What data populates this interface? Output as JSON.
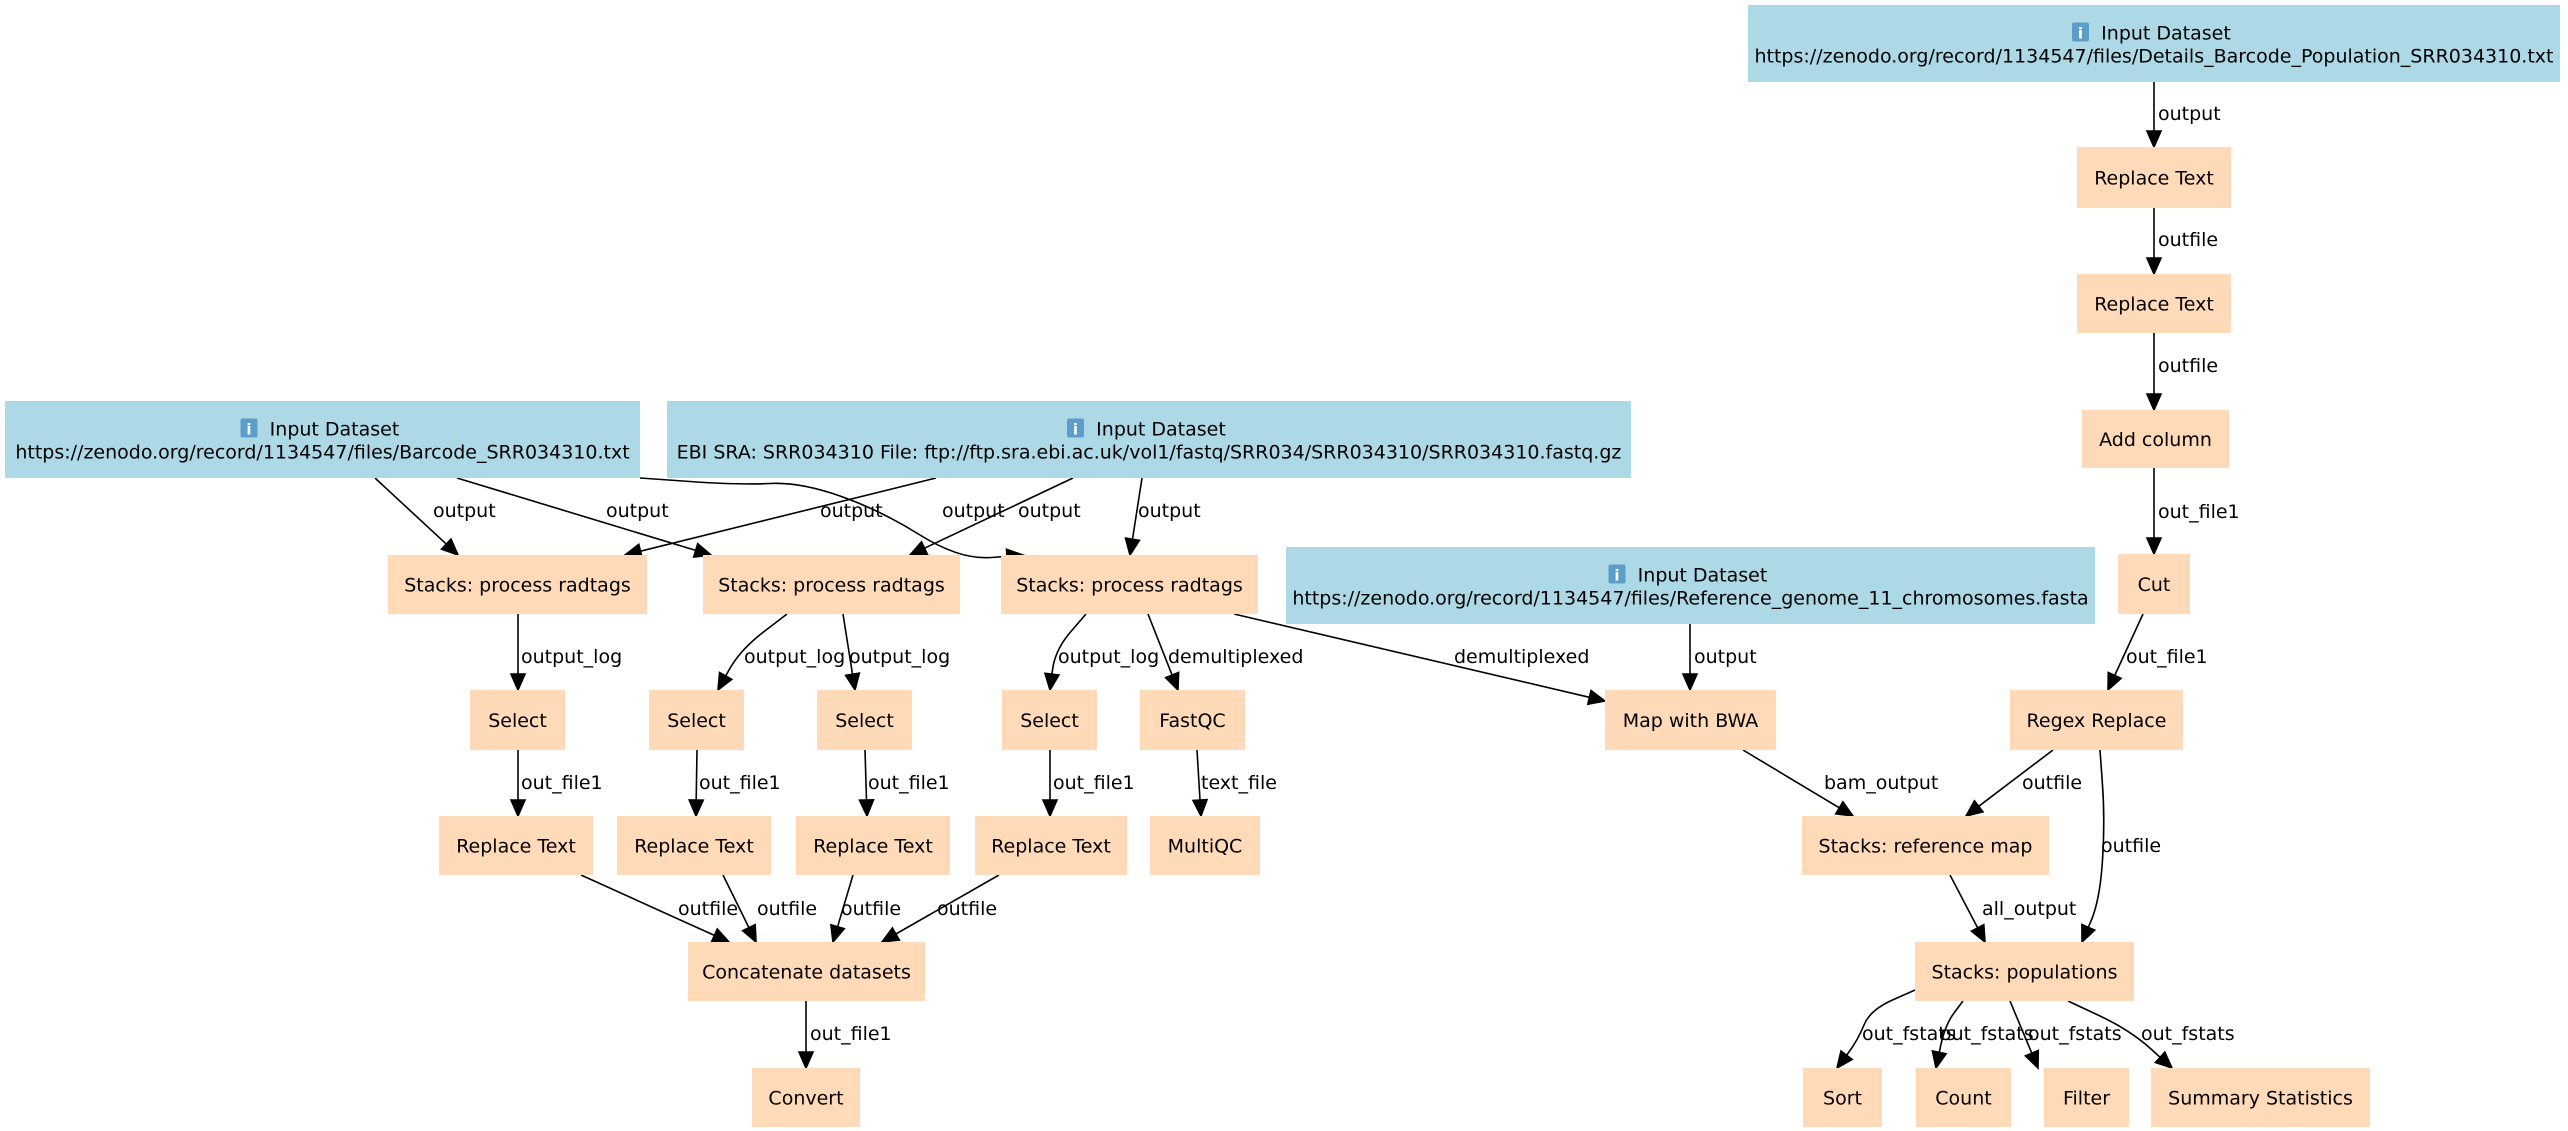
{
  "title": "Galaxy workflow diagram",
  "colors": {
    "input": "#add8e6",
    "tool": "#ffdab9",
    "edge": "#000000"
  },
  "icons": {
    "input_marker": "info-icon"
  },
  "nodes": [
    {
      "id": "in_details",
      "type": "input",
      "title": "Input Dataset",
      "label": "https://zenodo.org/record/1134547/files/Details_Barcode_Population_SRR034310.txt"
    },
    {
      "id": "rt_a",
      "type": "tool",
      "label": "Replace Text"
    },
    {
      "id": "rt_b",
      "type": "tool",
      "label": "Replace Text"
    },
    {
      "id": "addcol",
      "type": "tool",
      "label": "Add column"
    },
    {
      "id": "cut",
      "type": "tool",
      "label": "Cut"
    },
    {
      "id": "regex",
      "type": "tool",
      "label": "Regex Replace"
    },
    {
      "id": "in_barcode",
      "type": "input",
      "title": "Input Dataset",
      "label": "https://zenodo.org/record/1134547/files/Barcode_SRR034310.txt"
    },
    {
      "id": "in_ebi",
      "type": "input",
      "title": "Input Dataset",
      "label": "EBI SRA: SRR034310 File: ftp://ftp.sra.ebi.ac.uk/vol1/fastq/SRR034/SRR034310/SRR034310.fastq.gz"
    },
    {
      "id": "in_ref",
      "type": "input",
      "title": "Input Dataset",
      "label": "https://zenodo.org/record/1134547/files/Reference_genome_11_chromosomes.fasta"
    },
    {
      "id": "prt1",
      "type": "tool",
      "label": "Stacks: process radtags"
    },
    {
      "id": "prt2",
      "type": "tool",
      "label": "Stacks: process radtags"
    },
    {
      "id": "prt3",
      "type": "tool",
      "label": "Stacks: process radtags"
    },
    {
      "id": "sel1",
      "type": "tool",
      "label": "Select"
    },
    {
      "id": "sel2",
      "type": "tool",
      "label": "Select"
    },
    {
      "id": "sel3",
      "type": "tool",
      "label": "Select"
    },
    {
      "id": "sel4",
      "type": "tool",
      "label": "Select"
    },
    {
      "id": "fastqc",
      "type": "tool",
      "label": "FastQC"
    },
    {
      "id": "bwa",
      "type": "tool",
      "label": "Map with BWA"
    },
    {
      "id": "rtl1",
      "type": "tool",
      "label": "Replace Text"
    },
    {
      "id": "rtl2",
      "type": "tool",
      "label": "Replace Text"
    },
    {
      "id": "rtl3",
      "type": "tool",
      "label": "Replace Text"
    },
    {
      "id": "rtl4",
      "type": "tool",
      "label": "Replace Text"
    },
    {
      "id": "multiqc",
      "type": "tool",
      "label": "MultiQC"
    },
    {
      "id": "refmap",
      "type": "tool",
      "label": "Stacks: reference map"
    },
    {
      "id": "concat",
      "type": "tool",
      "label": "Concatenate datasets"
    },
    {
      "id": "pops",
      "type": "tool",
      "label": "Stacks: populations"
    },
    {
      "id": "convert",
      "type": "tool",
      "label": "Convert"
    },
    {
      "id": "sort",
      "type": "tool",
      "label": "Sort"
    },
    {
      "id": "count",
      "type": "tool",
      "label": "Count"
    },
    {
      "id": "filter",
      "type": "tool",
      "label": "Filter"
    },
    {
      "id": "sumstats",
      "type": "tool",
      "label": "Summary Statistics"
    }
  ],
  "edges": [
    {
      "from": "in_details",
      "to": "rt_a",
      "label": "output"
    },
    {
      "from": "rt_a",
      "to": "rt_b",
      "label": "outfile"
    },
    {
      "from": "rt_b",
      "to": "addcol",
      "label": "outfile"
    },
    {
      "from": "addcol",
      "to": "cut",
      "label": "out_file1"
    },
    {
      "from": "cut",
      "to": "regex",
      "label": "out_file1"
    },
    {
      "from": "in_barcode",
      "to": "prt1",
      "label": "output"
    },
    {
      "from": "in_barcode",
      "to": "prt2",
      "label": "output"
    },
    {
      "from": "in_barcode",
      "to": "prt3",
      "label": "output"
    },
    {
      "from": "in_ebi",
      "to": "prt1",
      "label": "output"
    },
    {
      "from": "in_ebi",
      "to": "prt2",
      "label": "output"
    },
    {
      "from": "in_ebi",
      "to": "prt3",
      "label": "output"
    },
    {
      "from": "prt1",
      "to": "sel1",
      "label": "output_log"
    },
    {
      "from": "prt2",
      "to": "sel2",
      "label": "output_log"
    },
    {
      "from": "prt2",
      "to": "sel3",
      "label": "output_log"
    },
    {
      "from": "prt3",
      "to": "sel4",
      "label": "output_log"
    },
    {
      "from": "prt3",
      "to": "fastqc",
      "label": "demultiplexed"
    },
    {
      "from": "prt3",
      "to": "bwa",
      "label": "demultiplexed"
    },
    {
      "from": "in_ref",
      "to": "bwa",
      "label": "output"
    },
    {
      "from": "sel1",
      "to": "rtl1",
      "label": "out_file1"
    },
    {
      "from": "sel2",
      "to": "rtl2",
      "label": "out_file1"
    },
    {
      "from": "sel3",
      "to": "rtl3",
      "label": "out_file1"
    },
    {
      "from": "sel4",
      "to": "rtl4",
      "label": "out_file1"
    },
    {
      "from": "fastqc",
      "to": "multiqc",
      "label": "text_file"
    },
    {
      "from": "rtl1",
      "to": "concat",
      "label": "outfile"
    },
    {
      "from": "rtl2",
      "to": "concat",
      "label": "outfile"
    },
    {
      "from": "rtl3",
      "to": "concat",
      "label": "outfile"
    },
    {
      "from": "rtl4",
      "to": "concat",
      "label": "outfile"
    },
    {
      "from": "concat",
      "to": "convert",
      "label": "out_file1"
    },
    {
      "from": "bwa",
      "to": "refmap",
      "label": "bam_output"
    },
    {
      "from": "regex",
      "to": "refmap",
      "label": "outfile"
    },
    {
      "from": "regex",
      "to": "pops",
      "label": "outfile"
    },
    {
      "from": "refmap",
      "to": "pops",
      "label": "all_output"
    },
    {
      "from": "pops",
      "to": "sort",
      "label": "out_fstats"
    },
    {
      "from": "pops",
      "to": "count",
      "label": "out_fstats"
    },
    {
      "from": "pops",
      "to": "filter",
      "label": "out_fstats"
    },
    {
      "from": "pops",
      "to": "sumstats",
      "label": "out_fstats"
    }
  ]
}
